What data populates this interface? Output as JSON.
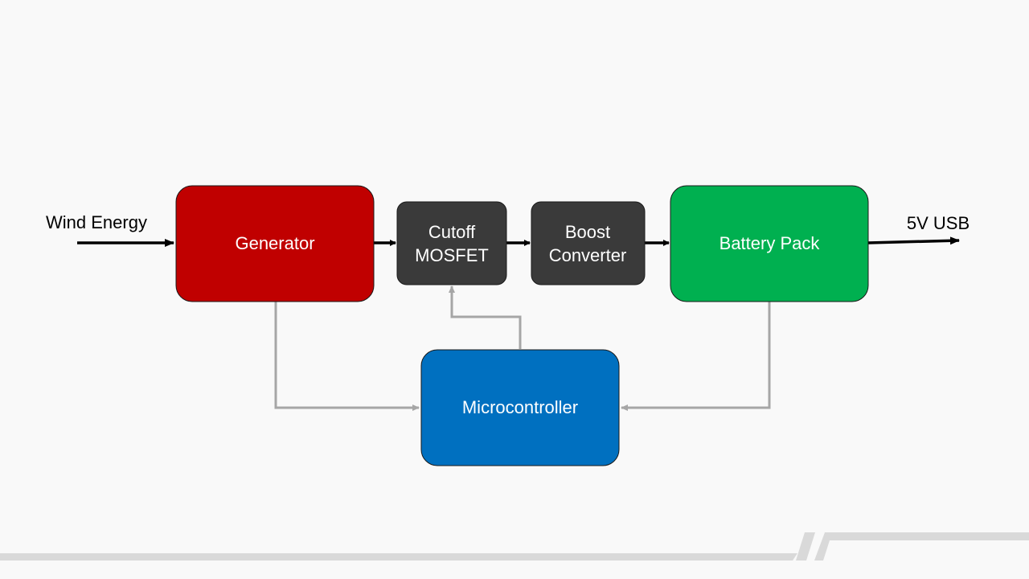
{
  "diagram": {
    "input_label": "Wind Energy",
    "output_label": "5V USB",
    "blocks": {
      "generator": {
        "label": "Generator",
        "color": "#c00000"
      },
      "cutoff": {
        "line1": "Cutoff",
        "line2": "MOSFET",
        "color": "#3a3a3a"
      },
      "boost": {
        "line1": "Boost",
        "line2": "Converter",
        "color": "#3a3a3a"
      },
      "battery": {
        "label": "Battery Pack",
        "color": "#00b050"
      },
      "micro": {
        "label": "Microcontroller",
        "color": "#0070c0"
      }
    },
    "colors": {
      "power_arrow": "#000000",
      "signal_line": "#a6a6a6",
      "footer_stripe": "#d9d9d9",
      "background": "#f9f9f9"
    }
  }
}
